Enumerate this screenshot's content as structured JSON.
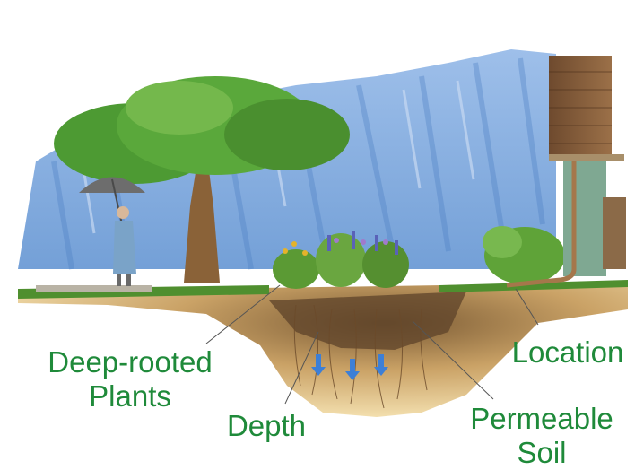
{
  "labels": {
    "deep_rooted": [
      "Deep-rooted",
      "Plants"
    ],
    "depth": "Depth",
    "location": "Location",
    "permeable_soil": [
      "Permeable",
      "Soil"
    ]
  },
  "colors": {
    "label_text": "#1f8a3a",
    "sky": "#6f9fd8",
    "soil": "#e9cf95",
    "grass": "#4f8f2f"
  }
}
